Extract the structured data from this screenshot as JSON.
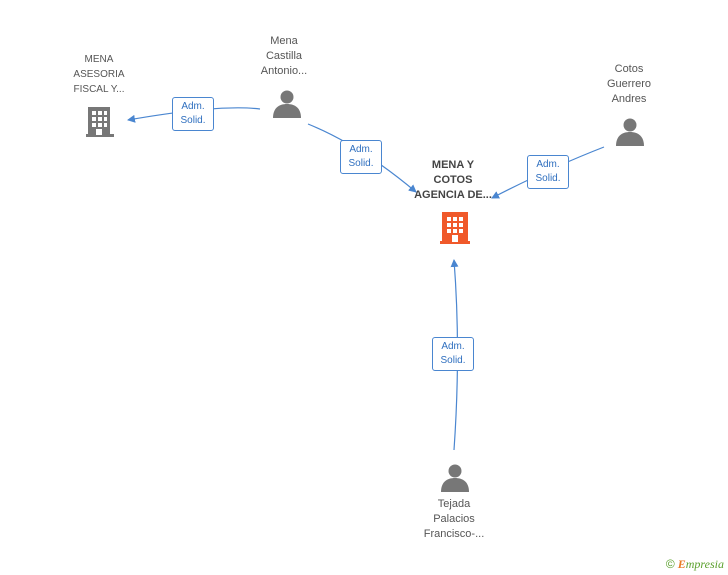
{
  "colors": {
    "edge": "#4a86d0",
    "person": "#777777",
    "company": "#777777",
    "main_company": "#f0592a"
  },
  "nodes": {
    "main_company": {
      "lines": [
        "MENA Y",
        "COTOS",
        "AGENCIA DE..."
      ],
      "icon": "building-icon"
    },
    "company_2": {
      "lines": [
        "MENA",
        "ASESORIA",
        "FISCAL Y..."
      ],
      "icon": "building-icon"
    },
    "person_mena": {
      "lines": [
        "Mena",
        "Castilla",
        "Antonio..."
      ],
      "icon": "person-icon"
    },
    "person_cotos": {
      "lines": [
        "Cotos",
        "Guerrero",
        "Andres"
      ],
      "icon": "person-icon"
    },
    "person_tejada": {
      "lines": [
        "Tejada",
        "Palacios",
        "Francisco-..."
      ],
      "icon": "person-icon"
    }
  },
  "edge_labels": [
    {
      "line1": "Adm.",
      "line2": "Solid."
    },
    {
      "line1": "Adm.",
      "line2": "Solid."
    },
    {
      "line1": "Adm.",
      "line2": "Solid."
    },
    {
      "line1": "Adm.",
      "line2": "Solid."
    }
  ],
  "brand": {
    "copyright": "©",
    "initial": "E",
    "name": "mpresia"
  }
}
